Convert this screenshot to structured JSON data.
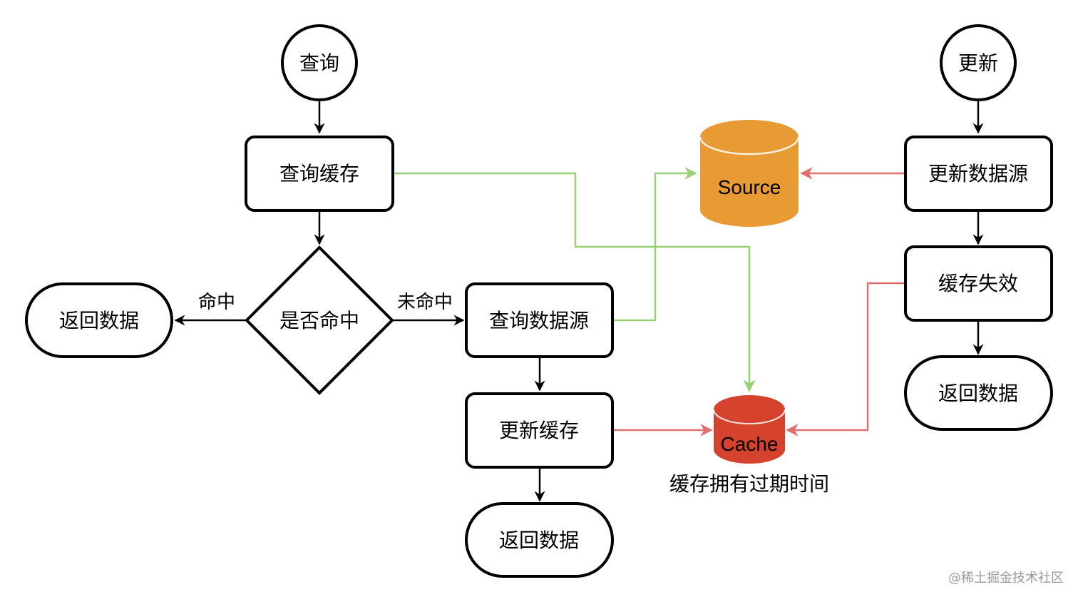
{
  "nodes": {
    "query_start": "查询",
    "query_cache": "查询缓存",
    "is_hit": "是否命中",
    "return_hit": "返回数据",
    "query_source": "查询数据源",
    "update_cache": "更新缓存",
    "return_after_update": "返回数据",
    "update_start": "更新",
    "update_source": "更新数据源",
    "invalidate_cache": "缓存失效",
    "return_after_invalidate": "返回数据"
  },
  "databases": {
    "source": "Source",
    "cache": "Cache"
  },
  "edge_labels": {
    "hit": "命中",
    "miss": "未命中"
  },
  "notes": {
    "cache_ttl": "缓存拥有过期时间"
  },
  "watermark": "@稀土掘金技术社区",
  "colors": {
    "source_db": "#E89A35",
    "cache_db": "#D5432F",
    "read_edge": "#97D077",
    "write_edge": "#E07070",
    "flow_edge": "#000000"
  }
}
